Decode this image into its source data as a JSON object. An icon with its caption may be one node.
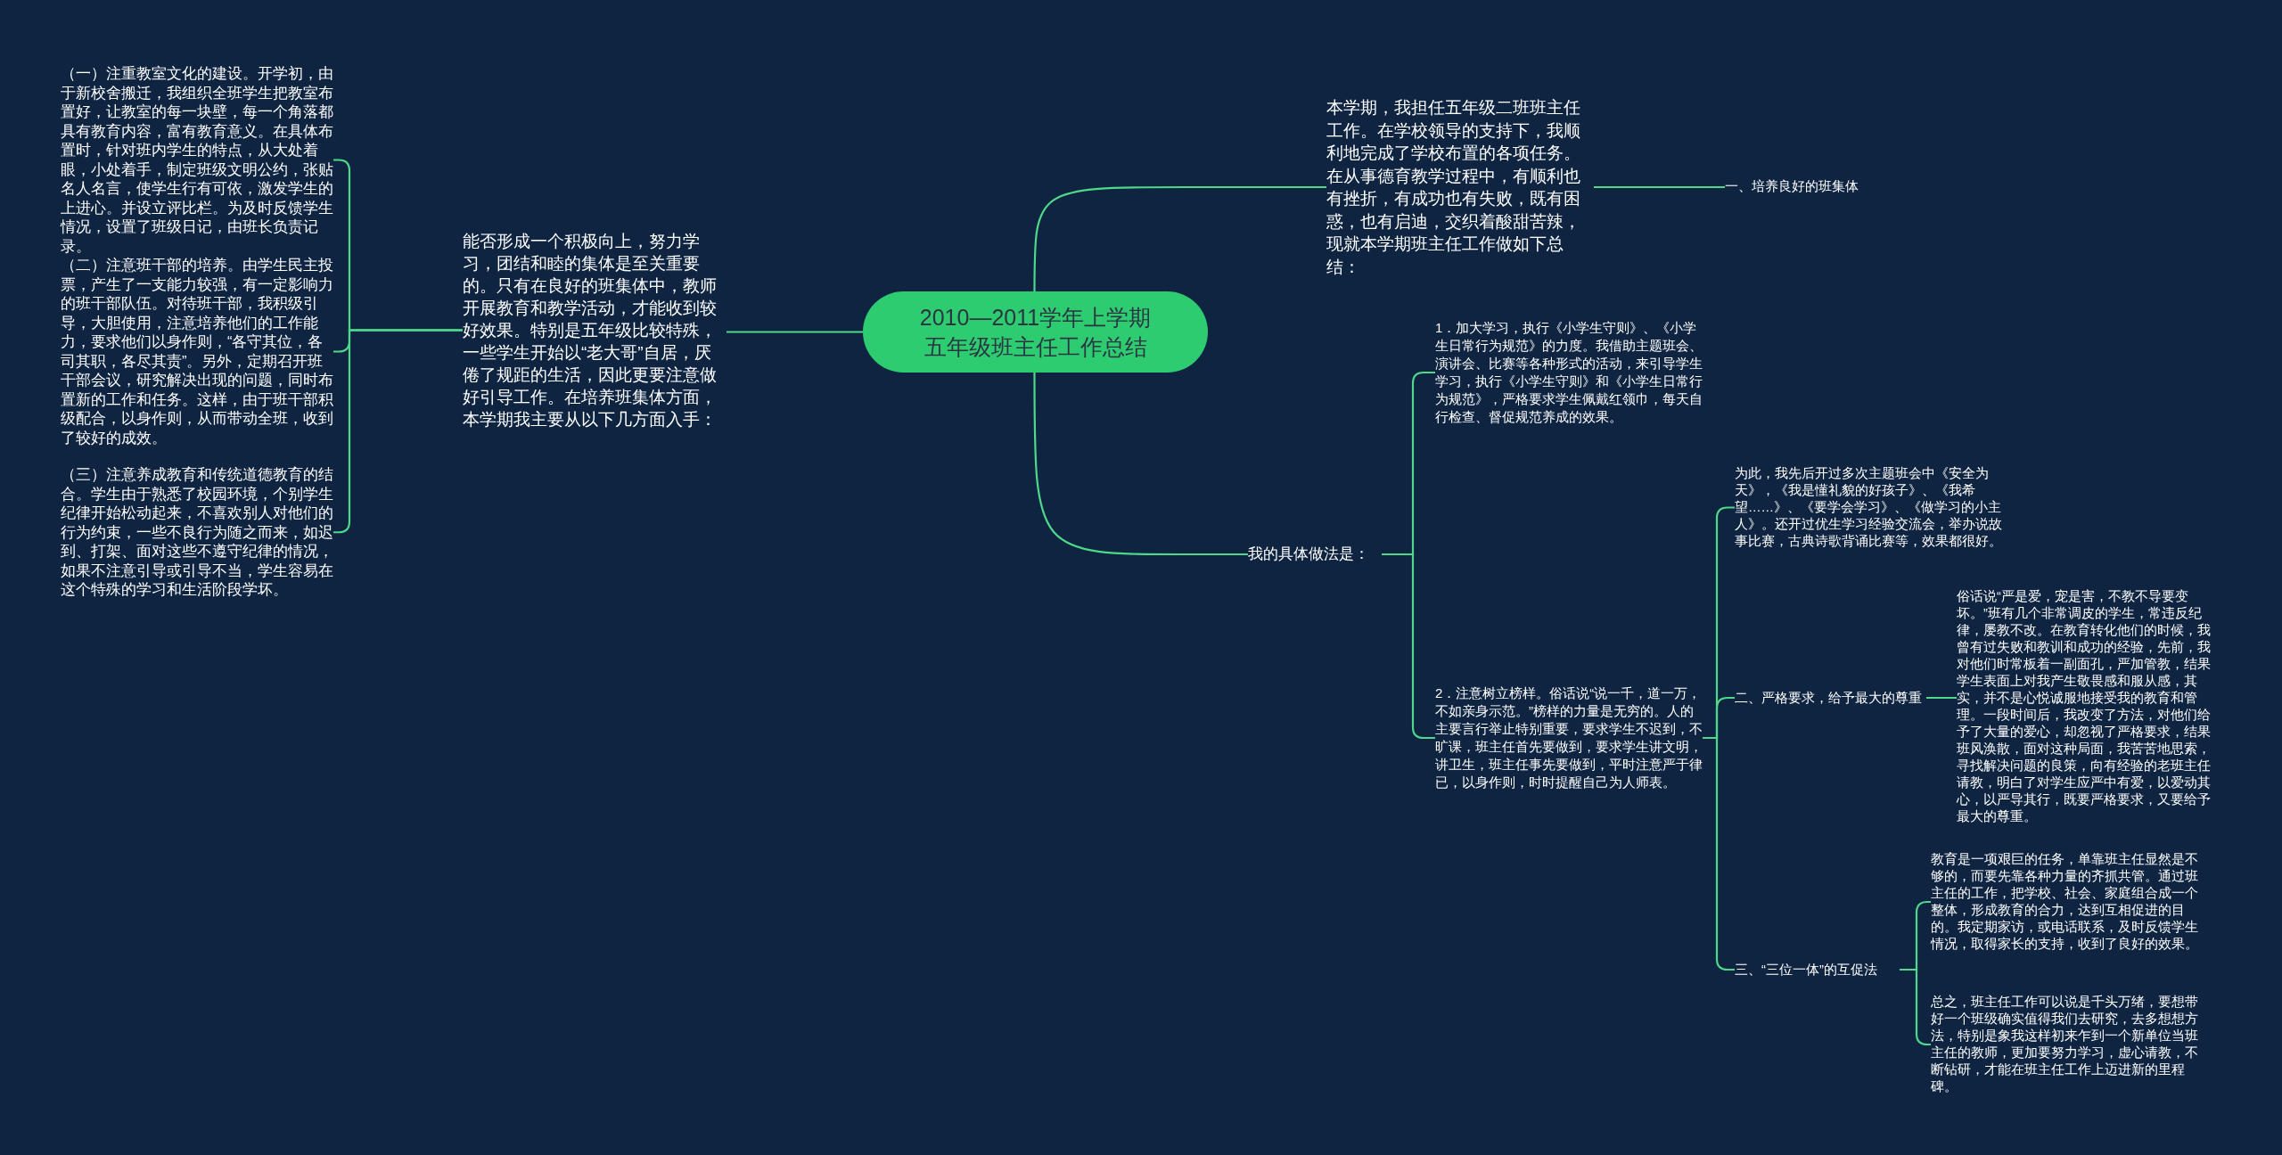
{
  "diagram": {
    "nodes": [
      {
        "text": [
          "2010—2011学年上学期五年级班主任工作总结"
        ]
      },
      {
        "text": [
          "能否形成一个积极向上，努力学习，团结和睦的集体是至关重要的。只有在良好的班集体中，教师开展教育和教学活动，才能收到较好效果。特别是五年级比较特殊，一些学生开始以“老大哥”自居，厌倦了规距的生活，因此更要注意做好引导工作。在培养班集体方面，本学期我主要从以下几方面入手："
        ]
      },
      {
        "text": [
          "（一）注重教室文化的建设。开学初，由于新校舍搬迁，我组织全班学生把教室布置好，让教室的每一块壁，每一个角落都具有教育内容，富有教育意义。在具体布置时，针对班内学生的特点，从大处着眼，小处着手，制定班级文明公约，张贴名人名言，使学生行有可依，激发学生的上进心。并设立评比栏。为及时反馈学生情况，设置了班级日记，由班长负责记录。"
        ]
      },
      {
        "text": [
          "（二）注意班干部的培养。由学生民主投票，产生了一支能力较强，有一定影响力的班干部队伍。对待班干部，我积级引导，大胆使用，注意培养他们的工作能力，要求他们以身作则，“各守其位，各司其职，各尽其责”。另外，定期召开班干部会议，研究解决出现的问题，同时布置新的工作和任务。这样，由于班干部积级配合，以身作则，从而带动全班，收到了较好的成效。"
        ]
      },
      {
        "text": [
          "（三）注意养成教育和传统道德教育的结合。学生由于熟悉了校园环境，个别学生纪律开始松动起来，不喜欢别人对他们的行为约束，一些不良行为随之而来，如迟到、打架、面对这些不遵守纪律的情况，如果不注意引导或引导不当，学生容易在这个特殊的学习和生活阶段学坏。"
        ]
      },
      {
        "text": [
          "本学期，我担任五年级二班班主任工作。在学校领导的支持下，我顺利地完成了学校布置的各项任务。在从事德育教学过程中，有顺利也有挫折，有成功也有失败，既有困惑，也有启迪，交织着酸甜苦辣，现就本学期班主任工作做如下总结："
        ]
      },
      {
        "text": [
          "一、培养良好的班集体"
        ]
      },
      {
        "text": [
          "我的具体做法是："
        ]
      },
      {
        "text": [
          "1．加大学习，执行《小学生守则》、《小学生日常行为规范》的力度。我借助主题班会、演讲会、比赛等各种形式的活动，来引导学生学习，执行《小学生守则》和《小学生日常行为规范》，严格要求学生佩戴红领巾，每天自行检查、督促规范养成的效果。"
        ]
      },
      {
        "text": [
          "2．注意树立榜样。俗话说“说一千，道一万，不如亲身示范。”榜样的力量是无穷的。人的主要言行举止特别重要，要求学生不迟到，不旷课，班主任首先要做到，要求学生讲文明，讲卫生，班主任事先要做到，平时注意严于律已，以身作则，时时提醒自己为人师表。"
        ]
      },
      {
        "text": [
          "为此，我先后开过多次主题班会中《安全为天》，《我是懂礼貌的好孩子》、《我希望……》、《要学会学习》、《做学习的小主人》。还开过优生学习经验交流会，举办说故事比赛，古典诗歌背诵比赛等，效果都很好。"
        ]
      },
      {
        "text": [
          "二、严格要求，给予最大的尊重"
        ]
      },
      {
        "text": [
          "俗话说“严是爱，宠是害，不教不导要变坏。”班有几个非常调皮的学生，常违反纪律，屡教不改。在教育转化他们的时候，我曾有过失败和教训和成功的经验，先前，我对他们时常板着一副面孔，严加管教，结果学生表面上对我产生敬畏感和服从感，其实，并不是心悦诚服地接受我的教育和管理。一段时间后，我改变了方法，对他们给予了大量的爱心，却忽视了严格要求，结果班风涣散，面对这种局面，我苦苦地思索，寻找解决问题的良策，向有经验的老班主任请教，明白了对学生应严中有爱，以爱动其心，以严导其行，既要严格要求，又要给予最大的尊重。"
        ]
      },
      {
        "text": [
          "三、“三位一体”的互促法"
        ]
      },
      {
        "text": [
          "教育是一项艰巨的任务，单靠班主任显然是不够的，而要先靠各种力量的齐抓共管。通过班主任的工作，把学校、社会、家庭组合成一个整体，形成教育的合力，达到互相促进的目的。我定期家访，或电话联系，及时反馈学生情况，取得家长的支持，收到了良好的效果。"
        ]
      },
      {
        "text": [
          "总之，班主任工作可以说是千头万绪，要想带好一个班级确实值得我们去研究，去多想想方法，特别是象我这样初来乍到一个新单位当班主任的教师，更加要努力学习，虚心请教，不断钻研，才能在班主任工作上迈进新的里程碑。"
        ]
      }
    ],
    "edges": [
      {
        "from": 0,
        "to": 1,
        "arrow": "none"
      },
      {
        "from": 1,
        "to": 2,
        "arrow": "none"
      },
      {
        "from": 1,
        "to": 3,
        "arrow": "none"
      },
      {
        "from": 1,
        "to": 4,
        "arrow": "none"
      },
      {
        "from": 0,
        "to": 5,
        "arrow": "none"
      },
      {
        "from": 5,
        "to": 6,
        "arrow": "none"
      },
      {
        "from": 0,
        "to": 7,
        "arrow": "none"
      },
      {
        "from": 7,
        "to": 8,
        "arrow": "none"
      },
      {
        "from": 7,
        "to": 9,
        "arrow": "none"
      },
      {
        "from": 9,
        "to": 10,
        "arrow": "none"
      },
      {
        "from": 9,
        "to": 11,
        "arrow": "none"
      },
      {
        "from": 9,
        "to": 13,
        "arrow": "none"
      },
      {
        "from": 11,
        "to": 12,
        "arrow": "none"
      },
      {
        "from": 13,
        "to": 14,
        "arrow": "none"
      },
      {
        "from": 13,
        "to": 15,
        "arrow": "none"
      }
    ]
  }
}
